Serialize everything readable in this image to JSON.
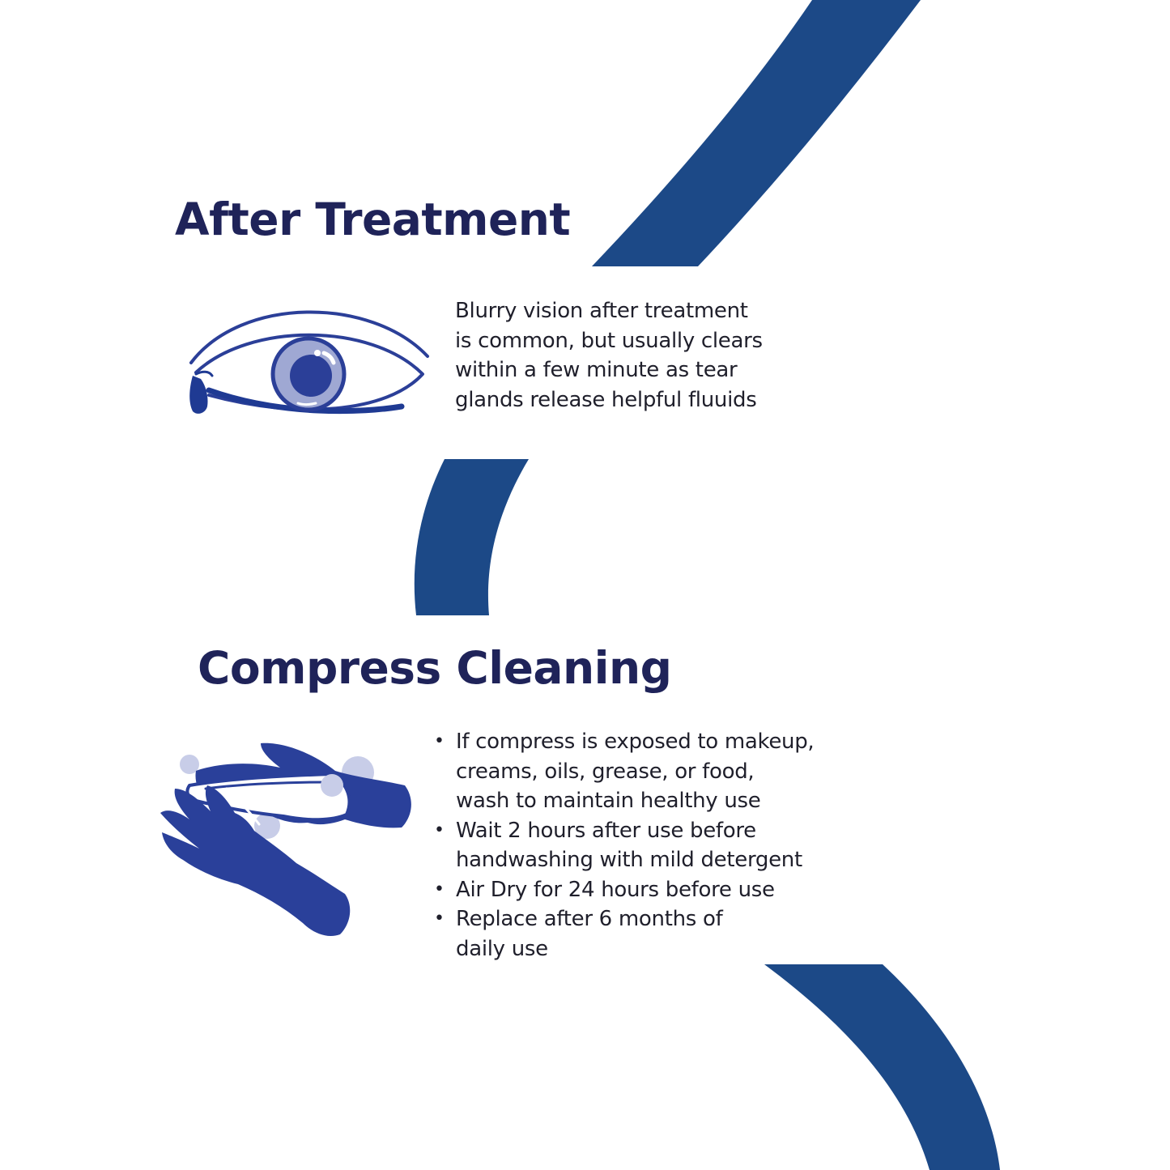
{
  "colors": {
    "band": "#1c4987",
    "heading": "#1f2359",
    "text": "#1f1f2b",
    "icon_dark": "#1f3a93",
    "icon_mid": "#2b3f98",
    "icon_light": "#9fa8d3"
  },
  "after_treatment": {
    "title": "After Treatment",
    "icon": "eye-icon",
    "lines": [
      "Blurry vision after treatment",
      "is common, but usually clears",
      "within a few minute as tear",
      "glands release helpful fluuids"
    ]
  },
  "compress_cleaning": {
    "title": "Compress Cleaning",
    "icon": "washing-hands-icon",
    "bullets": [
      {
        "lines": [
          "If compress is exposed to makeup,",
          "creams, oils, grease, or food,",
          "wash to maintain healthy use"
        ]
      },
      {
        "lines": [
          "Wait 2 hours after use before",
          "handwashing with mild detergent"
        ]
      },
      {
        "lines": [
          "Air Dry for 24 hours before use"
        ]
      },
      {
        "lines": [
          "Replace after 6 months of",
          "daily use"
        ]
      }
    ]
  }
}
